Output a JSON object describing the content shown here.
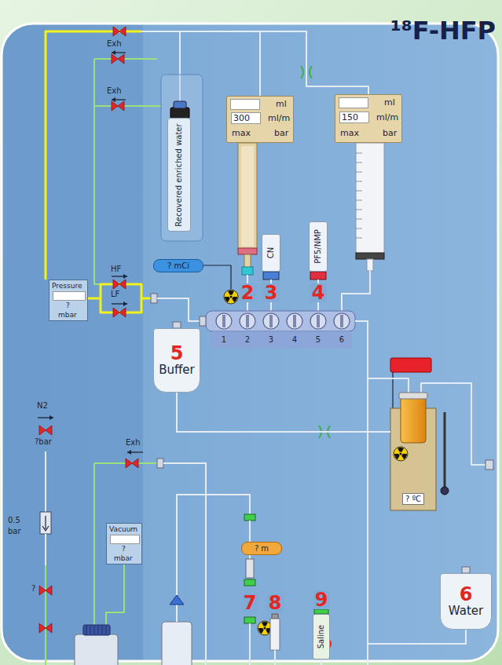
{
  "diagram": {
    "title": "¹⁸F-HFP",
    "nodes": [
      {
        "text": [
          "ml",
          "300",
          "ml/m",
          "max",
          "bar"
        ]
      },
      {
        "text": [
          "ml",
          "150",
          "ml/m",
          "max",
          "bar"
        ]
      },
      {
        "text": [
          "Recovered enriched water"
        ]
      },
      {
        "text": [
          "? mCi"
        ]
      },
      {
        "text": [
          "CN"
        ]
      },
      {
        "text": [
          "PF5/NMP"
        ]
      },
      {
        "text": [
          "Pressure",
          "?",
          "mbar"
        ]
      },
      {
        "text": [
          "5",
          "Buffer"
        ]
      },
      {
        "text": [
          "? ºC"
        ]
      },
      {
        "text": [
          "Vacuum",
          "?",
          "mbar"
        ]
      },
      {
        "text": [
          "? m"
        ]
      },
      {
        "text": [
          "6",
          "Water"
        ]
      },
      {
        "text": [
          "Saline"
        ]
      }
    ],
    "edges": [
      {
        "from": 7,
        "to": 8,
        "arrow": "none"
      }
    ],
    "labels": [
      "Exh",
      "Exh",
      "HF",
      "LF",
      "2",
      "3",
      "4",
      "1",
      "2",
      "3",
      "4",
      "5",
      "6",
      "N2",
      "?bar",
      "Exh",
      "0.5",
      "bar",
      "?",
      "7",
      "8",
      "9"
    ]
  }
}
